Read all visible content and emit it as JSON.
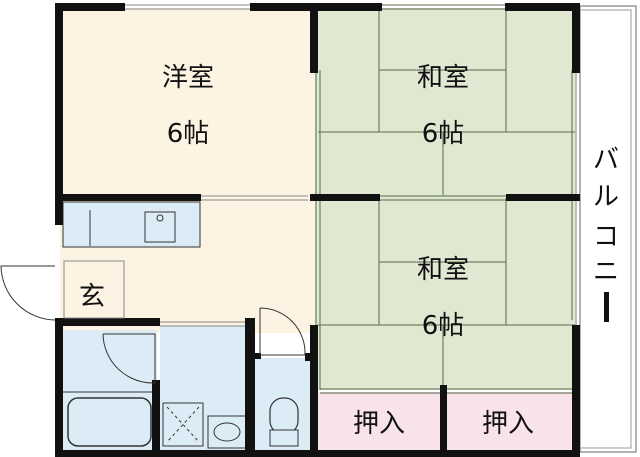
{
  "plan": {
    "colors": {
      "western_room": "#fdf3e2",
      "japanese_room": "#e1e8d2",
      "wet_area": "#dcecf7",
      "closet": "#f8e3ea",
      "wall": "#111111",
      "balcony": "#ffffff"
    },
    "rooms": {
      "western": {
        "name": "洋室",
        "size": "6帖"
      },
      "japanese_top": {
        "name": "和室",
        "size": "6帖"
      },
      "japanese_bottom": {
        "name": "和室",
        "size": "6帖"
      },
      "entrance": {
        "name": "玄"
      },
      "closet_left": {
        "name": "押入"
      },
      "closet_right": {
        "name": "押入"
      },
      "balcony": {
        "name": "バルコニー",
        "chars": [
          "バ",
          "ル",
          "コ",
          "ニ",
          "ー"
        ]
      }
    }
  }
}
